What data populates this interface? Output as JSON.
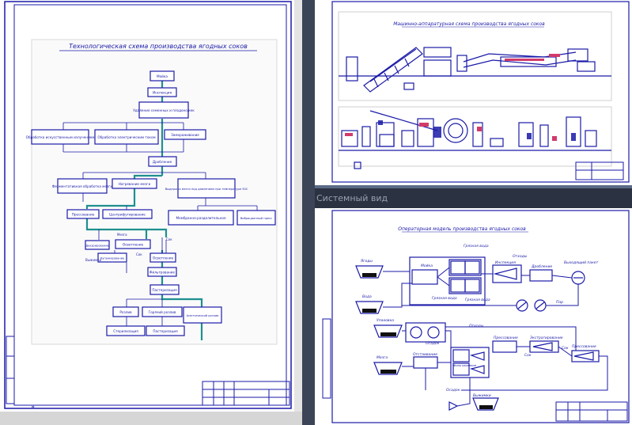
{
  "views": {
    "system_view_label": "Системный вид"
  },
  "left_sheet": {
    "title": "Технологическая схема производства ягодных соков",
    "boxes": {
      "b1": "Мойка",
      "b2": "Инспекция",
      "b3": "Удаление семенных и плодоножек",
      "b4": "Обработка искусственным излучением",
      "b5": "Обработка электрическим током",
      "b6": "Замораживание",
      "b7": "Дробление",
      "b8": "Ферментативная обработка мезги",
      "b9": "Нагревание мезги",
      "b10": "Выдержка мезги под давлением при температуре 50С",
      "b11": "Прессование",
      "b12": "Центрифугирование",
      "b13": "Мембранно-разделительное",
      "b14": "Вибрационный пресс",
      "b15": "Деаэрирование",
      "b16": "Осветление",
      "b17": "Купажирование",
      "b18": "Осветление",
      "b19": "Фильтрование",
      "b20": "Пастеризация",
      "b21": "Розлив",
      "b22": "Горячий розлив",
      "b23": "Асептический розлив",
      "b24": "Стерилизация",
      "b25": "Пастеризация"
    },
    "labels": {
      "mezga": "Мезга",
      "sok1": "Сок",
      "sok2": "Сок",
      "vyzhimki": "Выжимки"
    }
  },
  "right_top_sheet": {
    "title": "Машинно-аппаратурная схема производства ягодных соков"
  },
  "right_bottom_sheet": {
    "title": "Операторная модель производства ягодных соков",
    "labels": {
      "l1": "Ягоды",
      "l2": "Вода",
      "l3": "Мойка",
      "l4": "Грязная вода",
      "l5": "Инспекция",
      "l6": "Отходы",
      "l7": "Дробление",
      "l8": "Выходящий пакет",
      "l9": "Пар",
      "l10": "Грязная вода",
      "l11": "Грязная вода",
      "l12": "Прессование",
      "l13": "Экстрагирование",
      "l14": "Сок",
      "l15": "Фильтрование",
      "l16": "Отстаивание",
      "l17": "Отходы",
      "l18": "Упаковка",
      "l19": "Мезга",
      "l20": "Сок",
      "l21": "Осадок",
      "l22": "Осадок",
      "l23": "Прессование",
      "l24": "Выжимки"
    }
  }
}
